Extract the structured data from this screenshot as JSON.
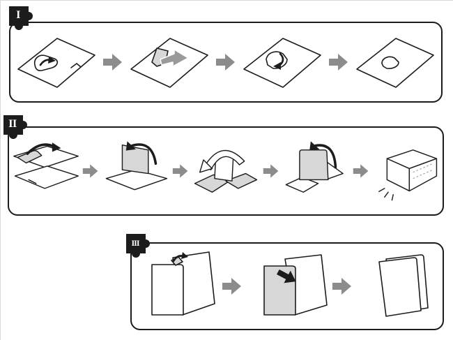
{
  "panels": [
    {
      "label": "I",
      "steps": 4
    },
    {
      "label": "II",
      "steps": 5
    },
    {
      "label": "III",
      "steps": 3
    }
  ],
  "colors": {
    "outline": "#1c1c1c",
    "step_arrow": "#8c8c8c",
    "shading": "#d7d7d7",
    "background": "#ffffff"
  }
}
